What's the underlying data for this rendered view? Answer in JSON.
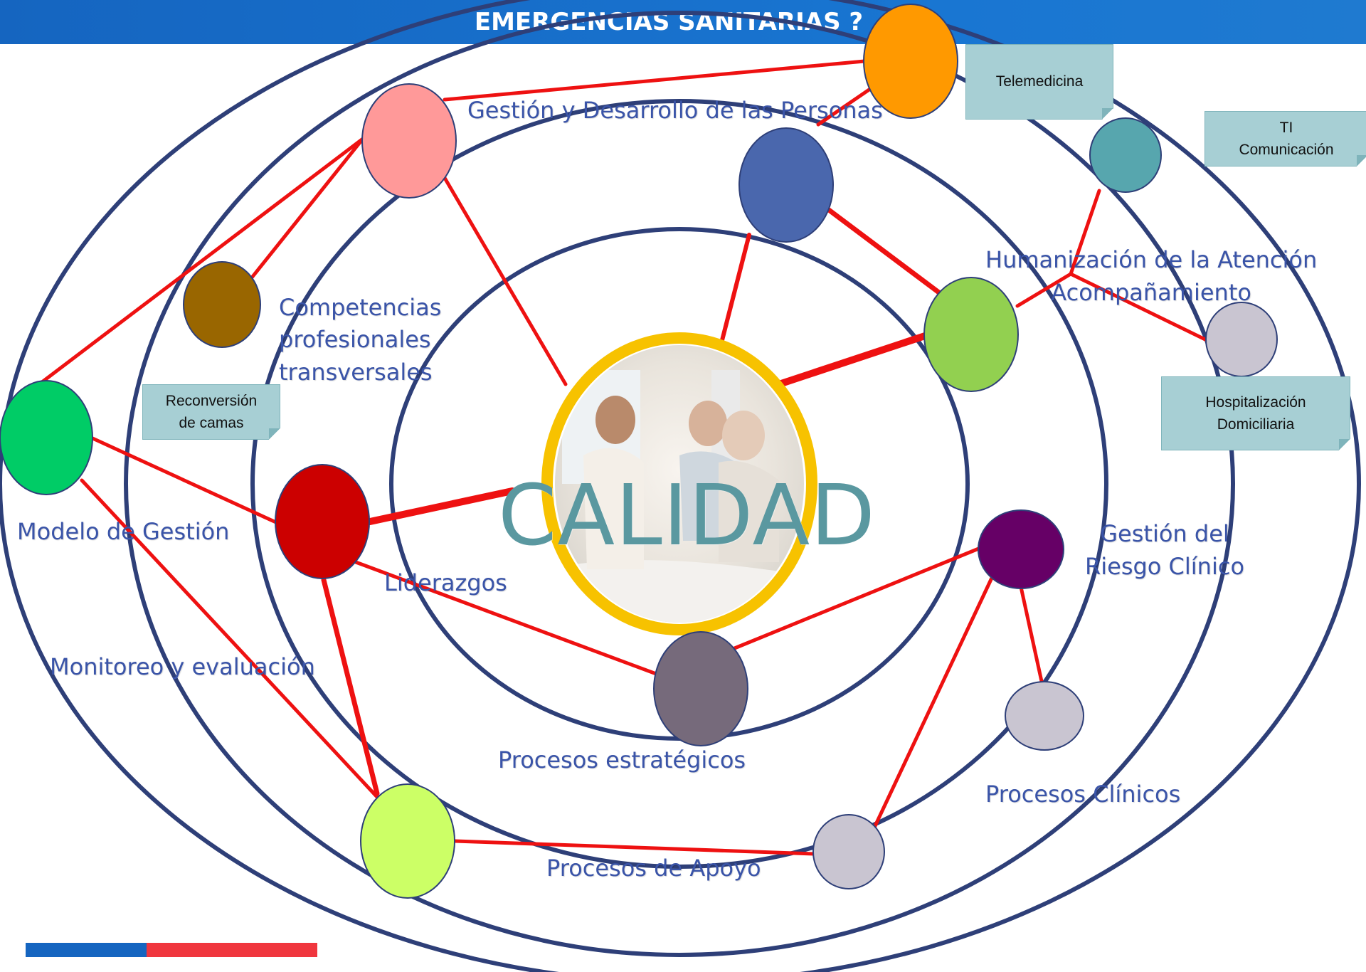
{
  "header": {
    "title": "EMERGENCIAS SANITARIAS ?"
  },
  "center": {
    "title": "CALIDAD"
  },
  "labels": {
    "gestion_personas": "Gestión y Desarrollo de las Personas",
    "competencias": "Competencias\nprofesionales\ntransversales",
    "humanizacion": "Humanización de la Atención\nAcompañamiento",
    "modelo_gestion": "Modelo de Gestión",
    "liderazgos": "Liderazgos",
    "monitoreo": "Monitoreo y evaluación",
    "gestion_riesgo": "Gestión del\nRiesgo Clínico",
    "procesos_estrategicos": "Procesos estratégicos",
    "procesos_clinicos": "Procesos Clínicos",
    "procesos_apoyo": "Procesos de Apoyo"
  },
  "notes": {
    "telemedicina": "Telemedicina",
    "ti_comunicacion": "TI\nComunicación",
    "reconversion": "Reconversión\nde camas",
    "hospitalizacion": "Hospitalización\nDomiciliaria"
  },
  "colors": {
    "ring": "#2e3f78",
    "connector": "#ee1111",
    "center_ring": "#f7c200",
    "header": "#1565c0",
    "footer_blue": "#1565c0",
    "footer_red": "#f0363e"
  }
}
